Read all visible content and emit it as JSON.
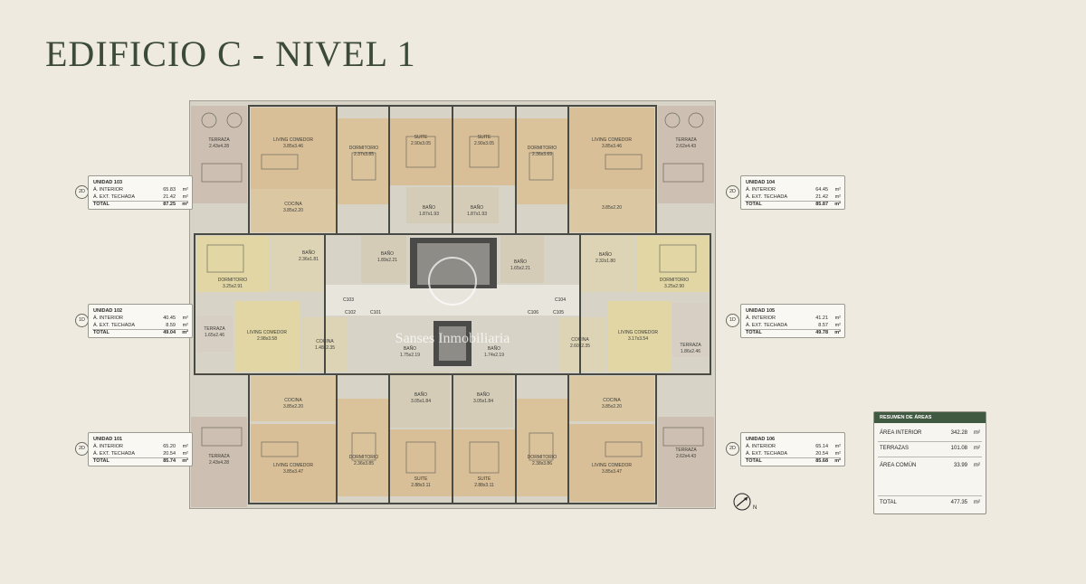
{
  "title": "EDIFICIO C - NIVEL 1",
  "watermark": "Sanses Inmobiliaria",
  "colors": {
    "background": "#eeeae0",
    "title": "#3c4a38",
    "resumen_header": "#3f5a40",
    "unit_tan": "#d9bf97",
    "unit_yellow": "#e2d7a4",
    "terrace": "#cdbfb1",
    "core": "#d6d2c8"
  },
  "units": [
    {
      "id": "103",
      "badge": "2D",
      "title": "UNIDAD 103",
      "interior_label": "Á. INTERIOR",
      "interior": "65.83",
      "terrace_label": "Á. EXT. TECHADA",
      "terrace": "21.42",
      "total_label": "TOTAL",
      "total": "87.25",
      "unit": "m²"
    },
    {
      "id": "102",
      "badge": "1D",
      "title": "UNIDAD 102",
      "interior_label": "Á. INTERIOR",
      "interior": "40.45",
      "terrace_label": "Á. EXT. TECHADA",
      "terrace": "8.59",
      "total_label": "TOTAL",
      "total": "49.04",
      "unit": "m²"
    },
    {
      "id": "101",
      "badge": "2D",
      "title": "UNIDAD 101",
      "interior_label": "Á. INTERIOR",
      "interior": "65.20",
      "terrace_label": "Á. EXT. TECHADA",
      "terrace": "20.54",
      "total_label": "TOTAL",
      "total": "85.74",
      "unit": "m²"
    },
    {
      "id": "104",
      "badge": "2D",
      "title": "UNIDAD 104",
      "interior_label": "Á. INTERIOR",
      "interior": "64.45",
      "terrace_label": "Á. EXT. TECHADA",
      "terrace": "21.42",
      "total_label": "TOTAL",
      "total": "85.87",
      "unit": "m²"
    },
    {
      "id": "105",
      "badge": "1D",
      "title": "UNIDAD 105",
      "interior_label": "Á. INTERIOR",
      "interior": "41.21",
      "terrace_label": "Á. EXT. TECHADA",
      "terrace": "8.57",
      "total_label": "TOTAL",
      "total": "49.78",
      "unit": "m²"
    },
    {
      "id": "106",
      "badge": "2D",
      "title": "UNIDAD 106",
      "interior_label": "Á. INTERIOR",
      "interior": "65.14",
      "terrace_label": "Á. EXT. TECHADA",
      "terrace": "20.54",
      "total_label": "TOTAL",
      "total": "85.68",
      "unit": "m²"
    }
  ],
  "resumen": {
    "header": "RESUMEN DE ÁREAS",
    "rows": [
      {
        "label": "ÁREA INTERIOR",
        "value": "342.28",
        "unit": "m²"
      },
      {
        "label": "TERRAZAS",
        "value": "101.08",
        "unit": "m²"
      },
      {
        "label": "ÁREA COMÚN",
        "value": "33.99",
        "unit": "m²"
      }
    ],
    "total": {
      "label": "TOTAL",
      "value": "477.35",
      "unit": "m²"
    }
  },
  "rooms": {
    "terraza_103": {
      "name": "TERRAZA",
      "dim": "2.43x4.28"
    },
    "living_103": {
      "name": "LIVING COMEDOR",
      "dim": "3.85x3.46"
    },
    "dorm_103": {
      "name": "DORMITORIO",
      "dim": "2.37x3.85"
    },
    "suite_103": {
      "name": "SUITE",
      "dim": "2.90x3.05"
    },
    "cocina_103": {
      "name": "COCINA",
      "dim": "3.85x2.20"
    },
    "bano_103": {
      "name": "BAÑO",
      "dim": "1.87x1.93"
    },
    "suite_104": {
      "name": "SUITE",
      "dim": "2.90x3.05"
    },
    "dorm_104": {
      "name": "DORMITORIO",
      "dim": "2.36x3.69"
    },
    "living_104": {
      "name": "LIVING COMEDOR",
      "dim": "3.85x3.46"
    },
    "terraza_104": {
      "name": "TERRAZA",
      "dim": "2.62x4.43"
    },
    "bano_104": {
      "name": "BAÑO",
      "dim": "1.87x1.93"
    },
    "cocina_104": {
      "name": "",
      "dim": "3.85x2.20"
    },
    "dorm_102": {
      "name": "DORMITORIO",
      "dim": "3.25x2.91"
    },
    "bano_102": {
      "name": "BAÑO",
      "dim": "2.36x1.81"
    },
    "bano_core_l": {
      "name": "BAÑO",
      "dim": "1.89x2.21"
    },
    "bano_core_r": {
      "name": "BAÑO",
      "dim": "1.65x2.21"
    },
    "bano_105": {
      "name": "BAÑO",
      "dim": "2.32x1.80"
    },
    "dorm_105": {
      "name": "DORMITORIO",
      "dim": "3.25x2.90"
    },
    "terraza_102": {
      "name": "TERRAZA",
      "dim": "1.65x2.46"
    },
    "living_102": {
      "name": "LIVING COMEDOR",
      "dim": "2.98x3.58"
    },
    "cocina_102": {
      "name": "COCINA",
      "dim": "1.48x2.35"
    },
    "bano_c101": {
      "name": "BAÑO",
      "dim": "1.75x2.19"
    },
    "bano_c106": {
      "name": "BAÑO",
      "dim": "1.74x2.19"
    },
    "cocina_105": {
      "name": "COCINA",
      "dim": "2.60x2.35"
    },
    "living_105": {
      "name": "LIVING COMEDOR",
      "dim": "3.17x3.54"
    },
    "terraza_105": {
      "name": "TERRAZA",
      "dim": "1.86x2.46"
    },
    "cocina_101": {
      "name": "COCINA",
      "dim": "3.85x2.20"
    },
    "bano_101": {
      "name": "BAÑO",
      "dim": "3.05x1.84"
    },
    "bano_106": {
      "name": "BAÑO",
      "dim": "3.05x1.84"
    },
    "cocina_106": {
      "name": "COCINA",
      "dim": "3.85x2.20"
    },
    "terraza_101": {
      "name": "TERRAZA",
      "dim": "2.43x4.28"
    },
    "living_101": {
      "name": "LIVING COMEDOR",
      "dim": "3.85x3.47"
    },
    "dorm_101": {
      "name": "DORMITORIO",
      "dim": "2.36x3.85"
    },
    "suite_101": {
      "name": "SUITE",
      "dim": "2.88x3.11"
    },
    "suite_106": {
      "name": "SUITE",
      "dim": "2.88x3.11"
    },
    "dorm_106": {
      "name": "DORMITORIO",
      "dim": "2.38x3.86"
    },
    "living_106": {
      "name": "LIVING COMEDOR",
      "dim": "3.85x3.47"
    },
    "terraza_106": {
      "name": "TERRAZA",
      "dim": "2.62x4.43"
    }
  },
  "door_tags": {
    "c102": "C102",
    "c103": "C103",
    "c101": "C101",
    "c104": "C104",
    "c105": "C105",
    "c106": "C106"
  },
  "compass_letter": "N"
}
